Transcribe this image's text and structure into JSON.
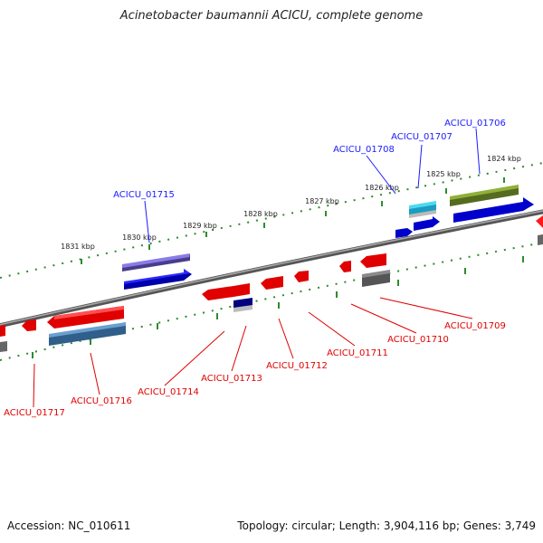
{
  "title": "Acinetobacter baumannii ACICU, complete genome",
  "footer": {
    "accession": "Accession: NC_010611",
    "summary": "Topology: circular; Length: 3,904,116 bp; Genes: 3,749"
  },
  "colors": {
    "backbone": "#808080",
    "tick": "#2e8b2e",
    "label_top": "#1a1aff",
    "label_bottom": "#e00000",
    "red": "#ff1a1a",
    "blue": "#1a1aff",
    "purple": "#6a5acd",
    "cyan": "#22c5e6",
    "olive": "#6b8e23",
    "steelblue": "#4682b4",
    "grey": "#666666",
    "navy": "#000080"
  },
  "scale_labels": [
    "1831 kbp",
    "1830 kbp",
    "1829 kbp",
    "1828 kbp",
    "1827 kbp",
    "1826 kbp",
    "1825 kbp",
    "1824 kbp"
  ],
  "genes_top": [
    {
      "id": "ACICU_01715",
      "color": "purple"
    },
    {
      "id": "ACICU_01708",
      "color": "blue"
    },
    {
      "id": "ACICU_01707",
      "color": "cyan"
    },
    {
      "id": "ACICU_01706",
      "color": "olive"
    }
  ],
  "genes_bottom": [
    {
      "id": "ACICU_01717",
      "color": "red"
    },
    {
      "id": "ACICU_01716",
      "color": "steelblue"
    },
    {
      "id": "ACICU_01714",
      "color": "red"
    },
    {
      "id": "ACICU_01713",
      "color": "navy"
    },
    {
      "id": "ACICU_01712",
      "color": "red"
    },
    {
      "id": "ACICU_01711",
      "color": "red"
    },
    {
      "id": "ACICU_01710",
      "color": "red"
    },
    {
      "id": "ACICU_01709",
      "color": "grey"
    }
  ]
}
